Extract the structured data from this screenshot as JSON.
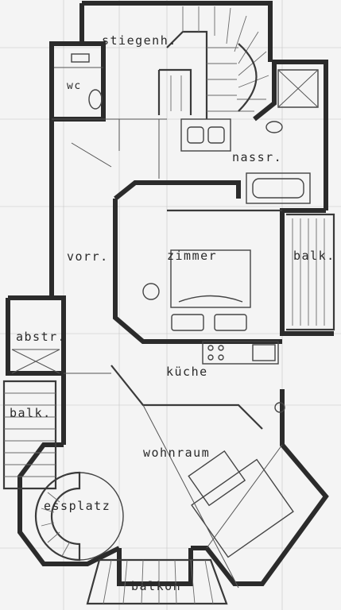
{
  "rooms": {
    "stiegenhaus": "stiegenh.",
    "wc": "wc",
    "nassraum": "nassr.",
    "vorraum": "vorr.",
    "zimmer": "zimmer",
    "balkon_right": "balk.",
    "abstellraum": "abstr.",
    "kueche": "küche",
    "balkon_left": "balk.",
    "wohnraum": "wohnraum",
    "essplatz": "essplatz",
    "balkon_bottom": "balkon"
  }
}
